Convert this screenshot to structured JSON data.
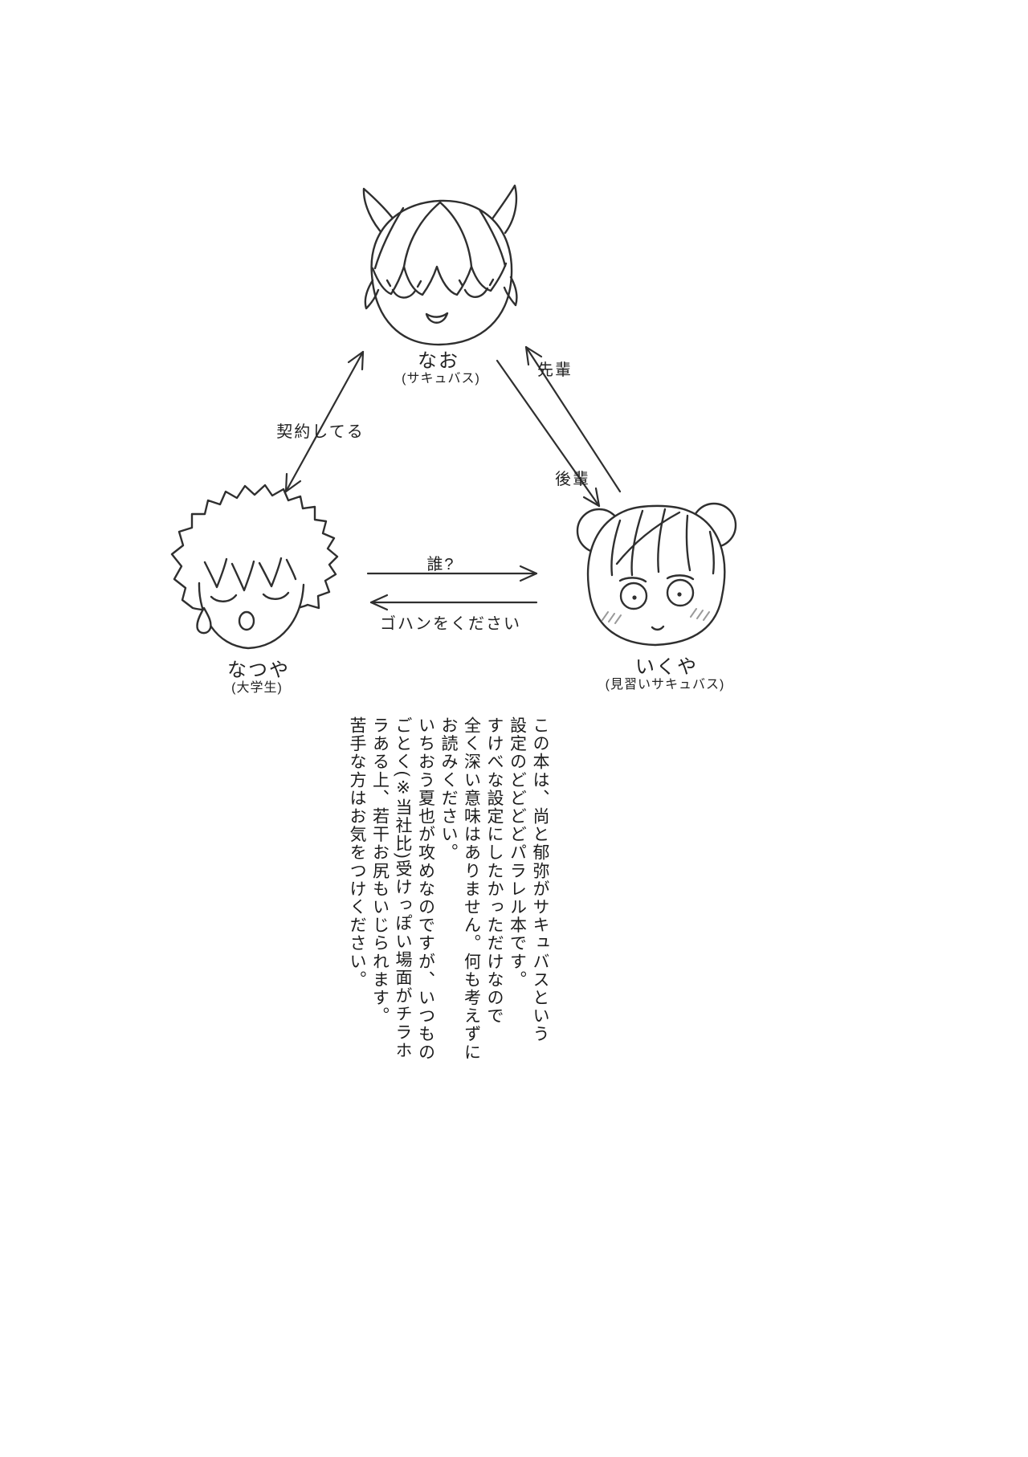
{
  "characters": {
    "nao": {
      "name": "なお",
      "role": "(サキュバス)"
    },
    "natsuya": {
      "name": "なつや",
      "role": "(大学生)"
    },
    "ikuya": {
      "name": "いくや",
      "role": "(見習いサキュバス)"
    }
  },
  "relations": {
    "contract": "契約してる",
    "senpai": "先輩",
    "kouhai": "後輩",
    "who": "誰?",
    "food": "ゴハンをください"
  },
  "note": {
    "text": "この本は、尚と郁弥がサキュバスという\n設定のどどどどパラレル本です。\nすけべな設定にしたかっただけなので\n全く深い意味はありません。何も考えずに\nお読みください。\nいちおう夏也が攻めなのですが、いつもの\nごとく(※当社比)受けっぽい場面がチラホ\nラある上、若干お尻もいじられます。\n苦手な方はお気をつけください。"
  },
  "colors": {
    "ink": "#2f2f2f",
    "paper": "#ffffff",
    "blush": "#9a9a9a"
  }
}
